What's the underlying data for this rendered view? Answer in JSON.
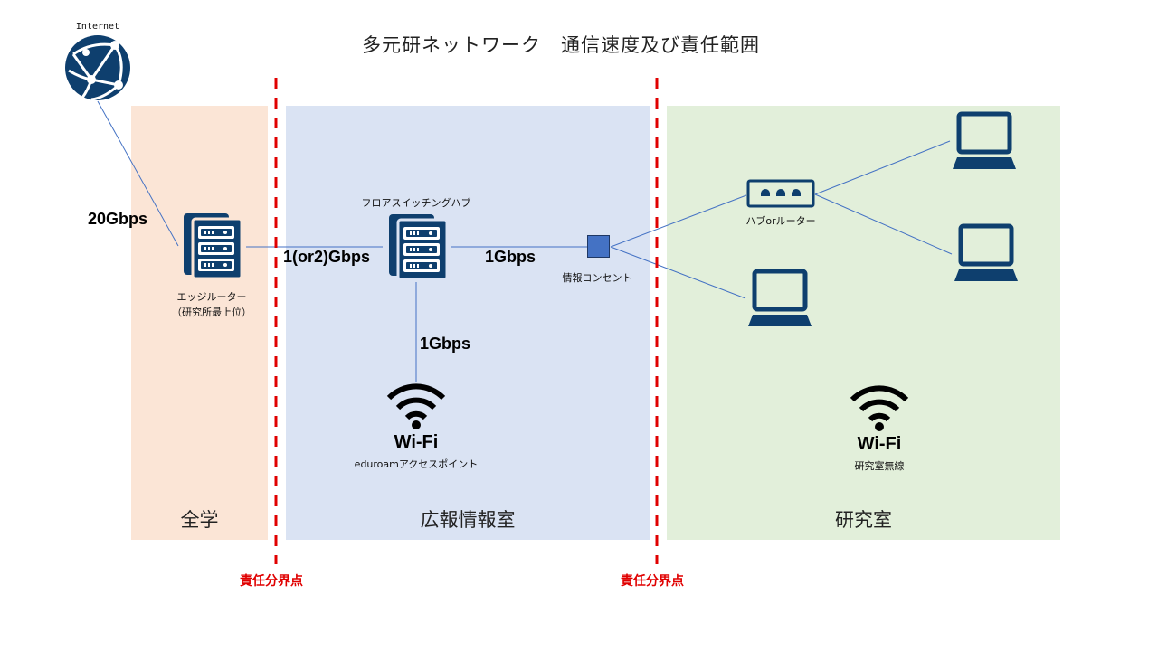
{
  "title": "多元研ネットワーク　通信速度及び責任範囲",
  "internet": {
    "label": "Internet",
    "icon": "globe-network-icon"
  },
  "zones": {
    "campus": {
      "label": "全学",
      "color": "#fbe5d6"
    },
    "info_office": {
      "label": "広報情報室",
      "color": "#dae3f3"
    },
    "lab": {
      "label": "研究室",
      "color": "#e2efda"
    }
  },
  "boundaries": [
    {
      "label": "責任分界点",
      "color": "#e00000"
    },
    {
      "label": "責任分界点",
      "color": "#e00000"
    }
  ],
  "devices": {
    "edge_router": {
      "label_line1": "エッジルーター",
      "label_line2": "（研究所最上位）",
      "icon": "server-icon"
    },
    "floor_switch": {
      "label": "フロアスイッチングハブ",
      "icon": "server-icon"
    },
    "outlet": {
      "label": "情報コンセント",
      "color": "#4472c4"
    },
    "hub_router": {
      "label": "ハブorルーター",
      "icon": "switch-icon"
    },
    "wifi_ap": {
      "title": "Wi-Fi",
      "label": "eduroamアクセスポイント"
    },
    "wifi_lab": {
      "title": "Wi-Fi",
      "label": "研究室無線"
    },
    "laptops": [
      "laptop-1",
      "laptop-2",
      "laptop-3"
    ]
  },
  "links": {
    "internet_to_edge": "20Gbps",
    "edge_to_switch": "1(or2)Gbps",
    "switch_to_outlet": "1Gbps",
    "switch_to_wifi": "1Gbps"
  },
  "colors": {
    "icon": "#0e3f6e",
    "line": "#4472c4",
    "boundary": "#e00000"
  }
}
